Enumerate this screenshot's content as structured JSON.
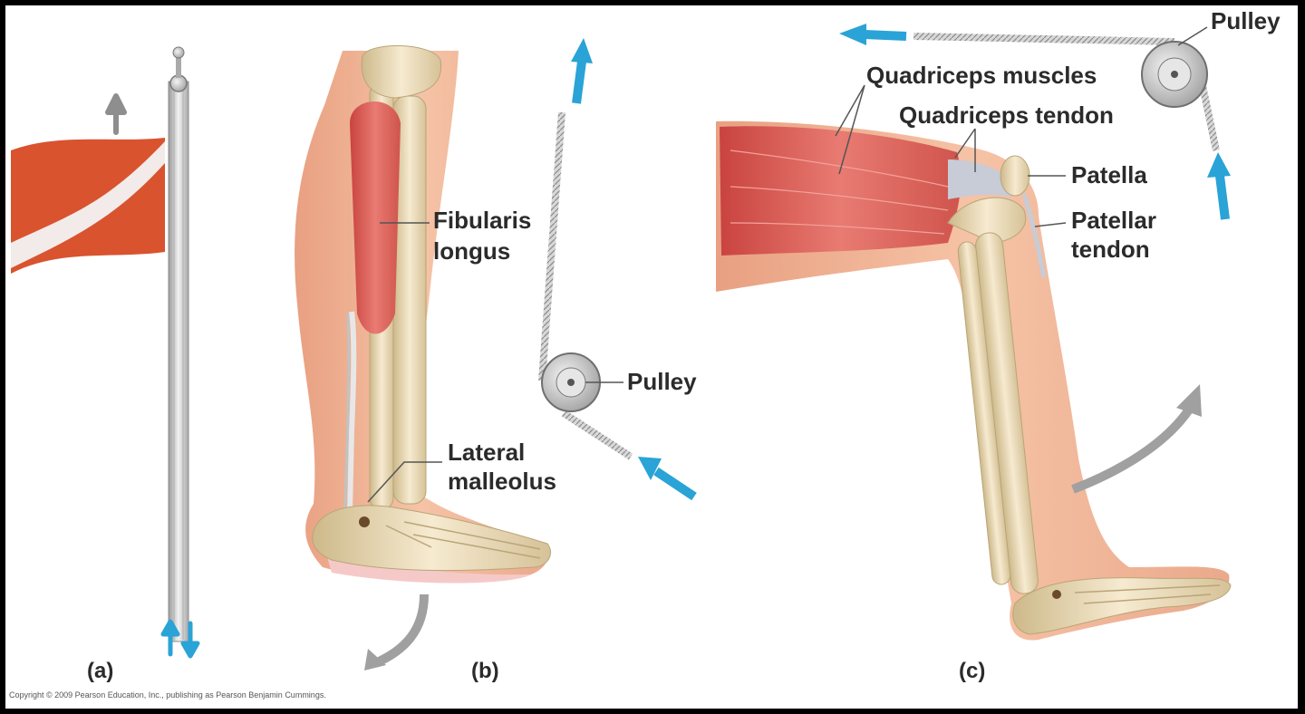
{
  "panels": {
    "a": {
      "caption": "(a)"
    },
    "b": {
      "caption": "(b)",
      "muscle_label_line1": "Fibularis",
      "muscle_label_line2": "longus",
      "bone_label_line1": "Lateral",
      "bone_label_line2": "malleolus",
      "pulley_label": "Pulley"
    },
    "c": {
      "caption": "(c)",
      "pulley_label": "Pulley",
      "muscles_label": "Quadriceps muscles",
      "tendon_label": "Quadriceps tendon",
      "patella_label": "Patella",
      "patellar_tendon_line1": "Patellar",
      "patellar_tendon_line2": "tendon"
    }
  },
  "copyright": "Copyright © 2009 Pearson Education, Inc., publishing as Pearson Benjamin Cummings.",
  "colors": {
    "arrow_blue": "#2aa3d6",
    "arrow_gray": "#9a9a9a",
    "flag_red": "#d9532f",
    "muscle_red": "#d9605a",
    "skin": "#f1b393",
    "bone": "#ead9b0"
  }
}
